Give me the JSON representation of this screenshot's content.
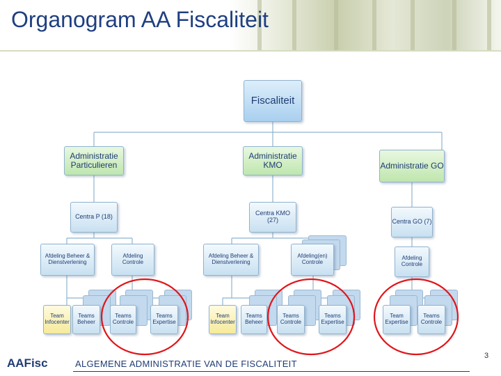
{
  "title": "Organogram AA Fiscaliteit",
  "root": "Fiscaliteit",
  "administraties": [
    {
      "label": "Administratie Particulieren",
      "centrum": "Centra P (18)",
      "afdelingen": [
        "Afdeling Beheer & Dienstverlening",
        "Afdeling Controle"
      ],
      "teams": [
        "Team Infocenter",
        "Teams Beheer",
        "Teams Controle",
        "Teams Expertise"
      ]
    },
    {
      "label": "Administratie KMO",
      "centrum": "Centra KMO (27)",
      "afdelingen": [
        "Afdeling Beheer & Dienstverlening",
        "Afdeling(en) Controle"
      ],
      "teams": [
        "Team Infocenter",
        "Teams Beheer",
        "Teams Controle",
        "Teams Expertise"
      ]
    },
    {
      "label": "Administratie GO",
      "centrum": "Centra GO (7)",
      "afdelingen": [
        "Afdeling Controle"
      ],
      "teams": [
        "Team Expertise",
        "Teams Controle"
      ]
    }
  ],
  "logo_text": "AAFisc",
  "footer": "ALGEMENE ADMINISTRATIE VAN DE FISCALITEIT",
  "page_number": "3",
  "colors": {
    "title": "#1f3f80",
    "highlight_circle": "#e0161b",
    "admin_box": "#bfe6ae",
    "infocenter_box": "#f6ea9a",
    "unit_box": "#c8e0f1"
  }
}
